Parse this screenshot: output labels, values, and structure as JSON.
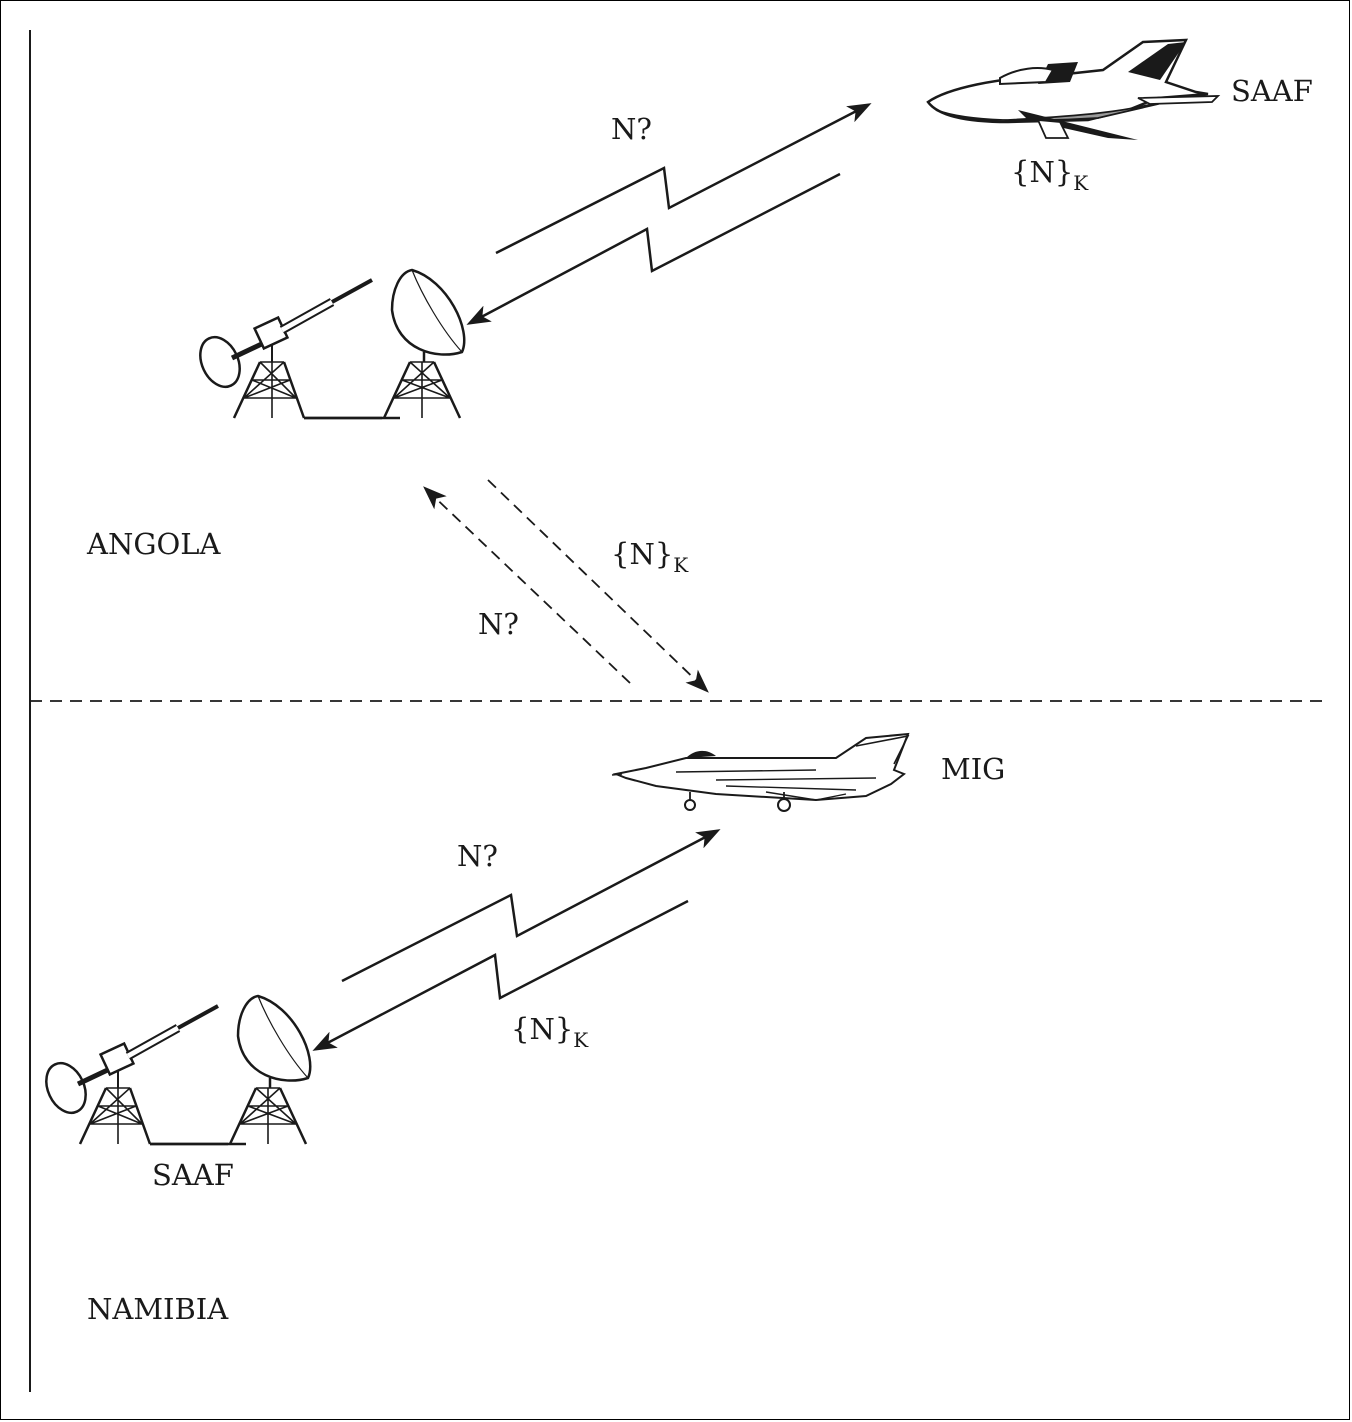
{
  "regions": {
    "upper": "ANGOLA",
    "lower": "NAMIBIA"
  },
  "aircraft": {
    "saaf_jet": "SAAF",
    "mig": "MIG"
  },
  "ground_station": {
    "saaf": "SAAF"
  },
  "messages": {
    "challenge": "N?",
    "response_base": "{N}",
    "response_key": "K"
  },
  "colors": {
    "ink": "#1a1a1a",
    "jet_belly": "#9a9a9a"
  }
}
